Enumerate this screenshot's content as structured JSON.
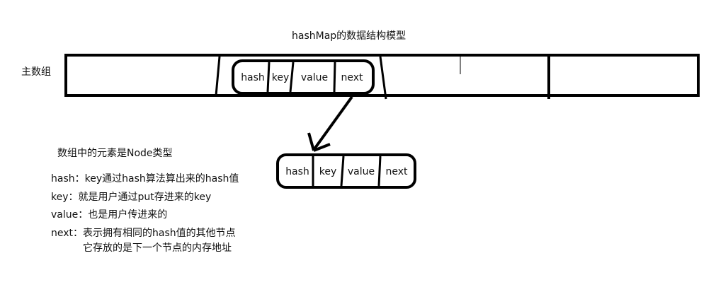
{
  "title": "hashMap的数据结构模型",
  "main_array_label": "主数组",
  "node_description": "数组中的元素是Node类型",
  "node_fields": [
    "hash",
    "key",
    "value",
    "next"
  ],
  "legend": [
    {
      "text": "hash：key通过hash算法算出来的hash值"
    },
    {
      "text": "key：就是用户通过put存进来的key"
    },
    {
      "text": "value：也是用户传进来的"
    },
    {
      "text": "next：表示拥有相同的hash值的其他节点"
    },
    {
      "text": "它存放的是下一个节点的内存地址"
    }
  ]
}
